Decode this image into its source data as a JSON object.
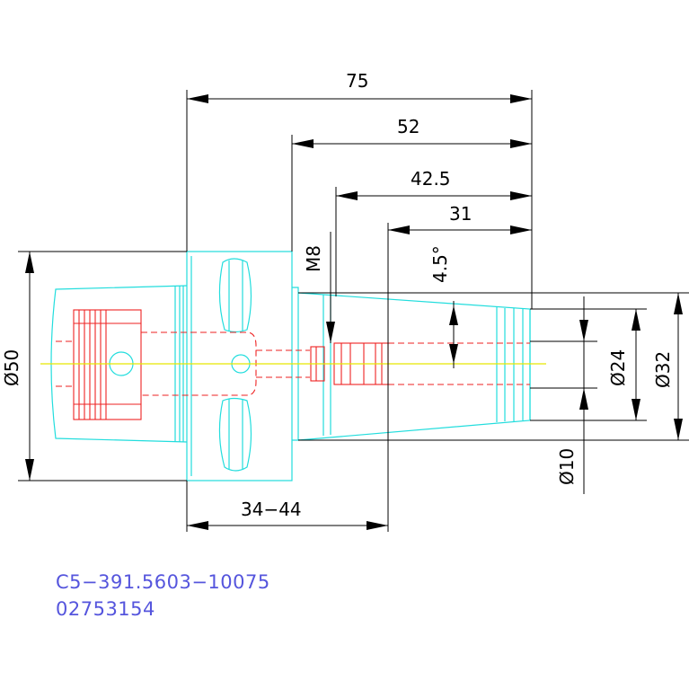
{
  "dimensions": {
    "len_75": "75",
    "len_52": "52",
    "len_42_5": "42.5",
    "len_31": "31",
    "len_34_44": "34−44",
    "thread": "M8",
    "angle": "4.5°",
    "dia_50": "Ø50",
    "dia_24": "Ø24",
    "dia_32": "Ø32",
    "dia_10": "Ø10"
  },
  "part": {
    "code": "C5−391.5603−10075",
    "number": "02753154"
  },
  "colors": {
    "outline": "#22dddd",
    "hidden": "#ee2222",
    "centerline": "#e8e800",
    "dimension": "#000000",
    "part_text": "#5555dd"
  }
}
